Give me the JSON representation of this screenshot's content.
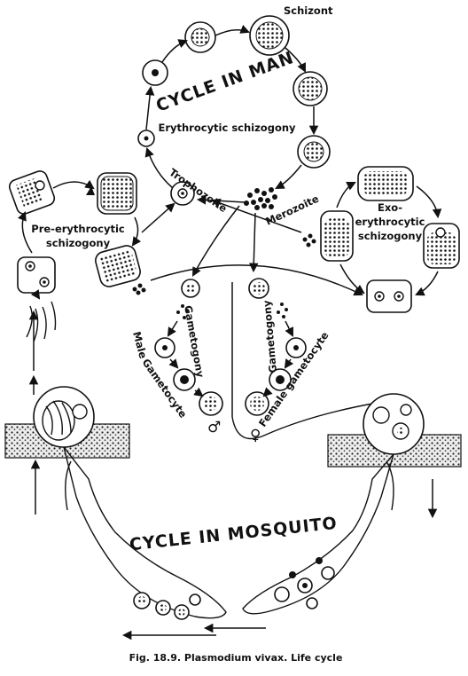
{
  "labels": {
    "schizont": "Schizont",
    "cycle_in_man": "CYCLE IN MAN",
    "erythrocytic": "Erythrocytic schizogony",
    "trophozoite": "Trophozoite",
    "merozoite": "Merozoite",
    "pre_erythrocytic_1": "Pre-erythrocytic",
    "pre_erythrocytic_2": "schizogony",
    "exo_1": "Exo-",
    "exo_2": "erythrocytic",
    "exo_3": "schizogony",
    "gametogony_left": "Gametogony",
    "gametogony_right": "Gametogony",
    "male": "Male",
    "male_gametocyte": "Gametocyte",
    "male_symbol": "♂",
    "female_gametocyte": "Female gametocyte",
    "female_symbol": "♀",
    "cycle_in_mosquito": "CYCLE IN MOSQUITO"
  },
  "caption": "Fig. 18.9. Plasmodium vivax. Life cycle"
}
